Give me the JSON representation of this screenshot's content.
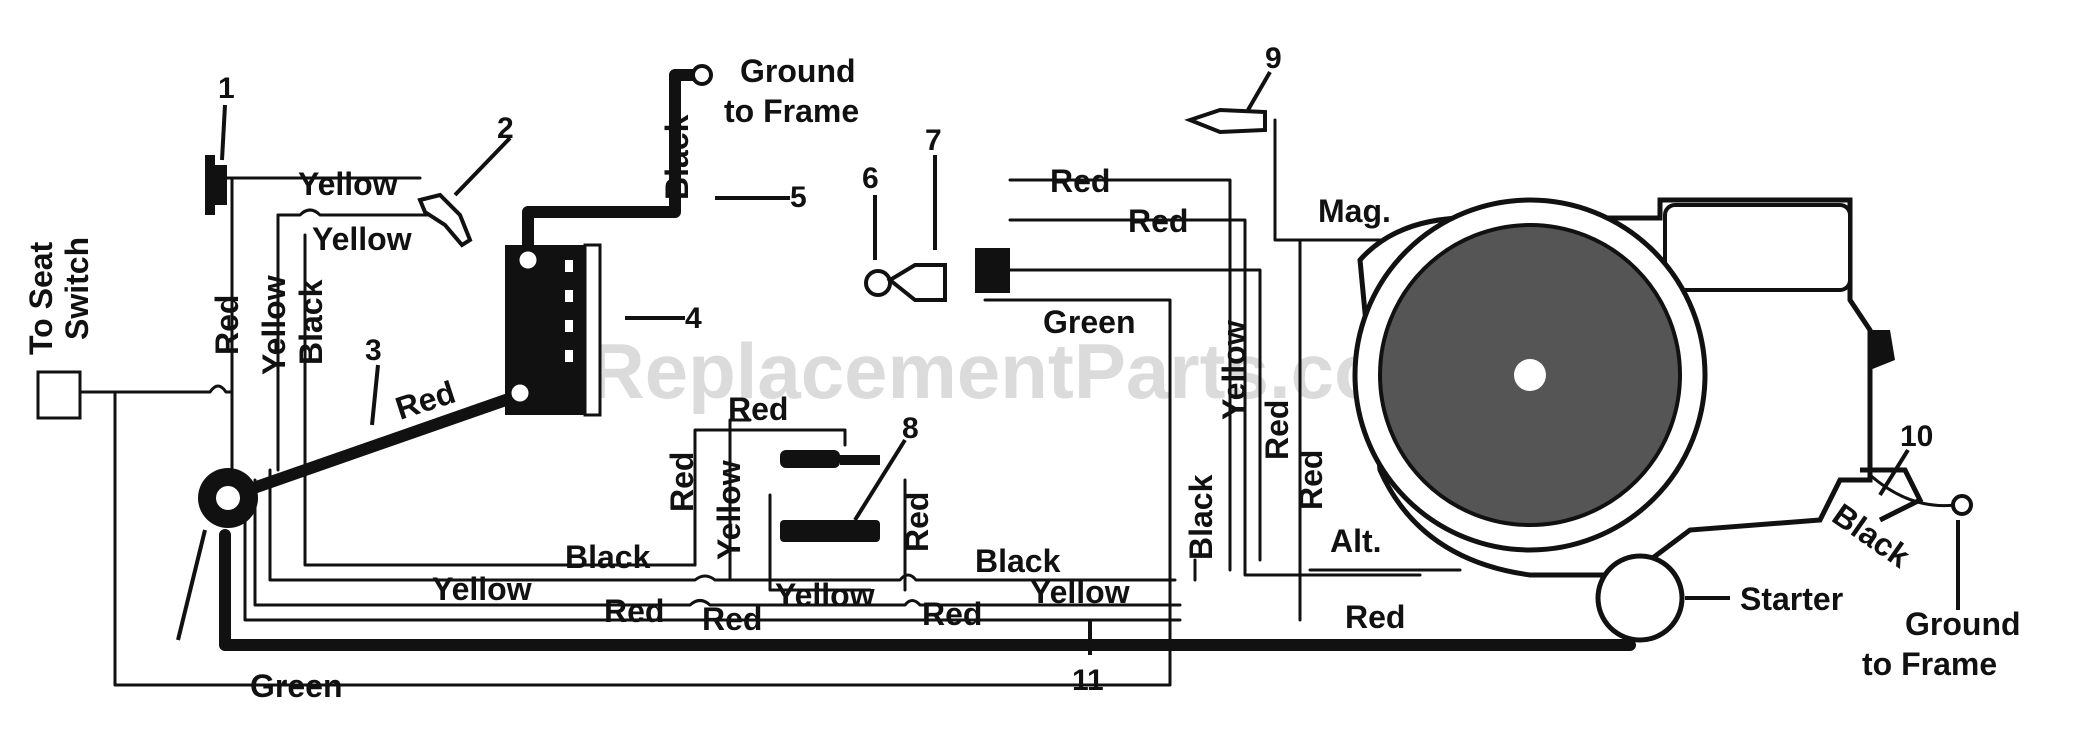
{
  "watermark": "eReplacementParts.com",
  "callouts": {
    "c1": "1",
    "c2": "2",
    "c3": "3",
    "c4": "4",
    "c5": "5",
    "c6": "6",
    "c7": "7",
    "c8": "8",
    "c9": "9",
    "c10": "10",
    "c11": "11"
  },
  "labels": {
    "to_seat_switch_1": "To Seat",
    "to_seat_switch_2": "Switch",
    "ground_to_frame_top_1": "Ground",
    "ground_to_frame_top_2": "to Frame",
    "ground_to_frame_right_1": "Ground",
    "ground_to_frame_right_2": "to Frame",
    "mag": "Mag.",
    "alt": "Alt.",
    "starter": "Starter"
  },
  "wires": {
    "yellow_top": "Yellow",
    "yellow_under_switch": "Yellow",
    "red_left_vertical": "Red",
    "yellow_left_vertical": "Yellow",
    "black_left_vertical": "Black",
    "red_battery_cable": "Red",
    "black_battery_ground": "Black",
    "red_ign_1": "Red",
    "red_ign_2": "Red",
    "green_ign": "Green",
    "red_center_top": "Red",
    "red_center_vertical": "Red",
    "yellow_center_vertical": "Yellow",
    "red_solenoid": "Red",
    "black_bottom_left": "Black",
    "yellow_bottom_left": "Yellow",
    "red_bottom_left": "Red",
    "red_bottom_mid": "Red",
    "yellow_bottom_mid": "Yellow",
    "black_bottom_mid": "Black",
    "red_bottom_mid2": "Red",
    "yellow_bottom_mid2": "Yellow",
    "black_right_vertical": "Black",
    "yellow_right_vertical": "Yellow",
    "red_right_vertical_1": "Red",
    "red_right_vertical_2": "Red",
    "red_starter": "Red",
    "green_bottom": "Green",
    "black_engine_ground": "Black"
  }
}
